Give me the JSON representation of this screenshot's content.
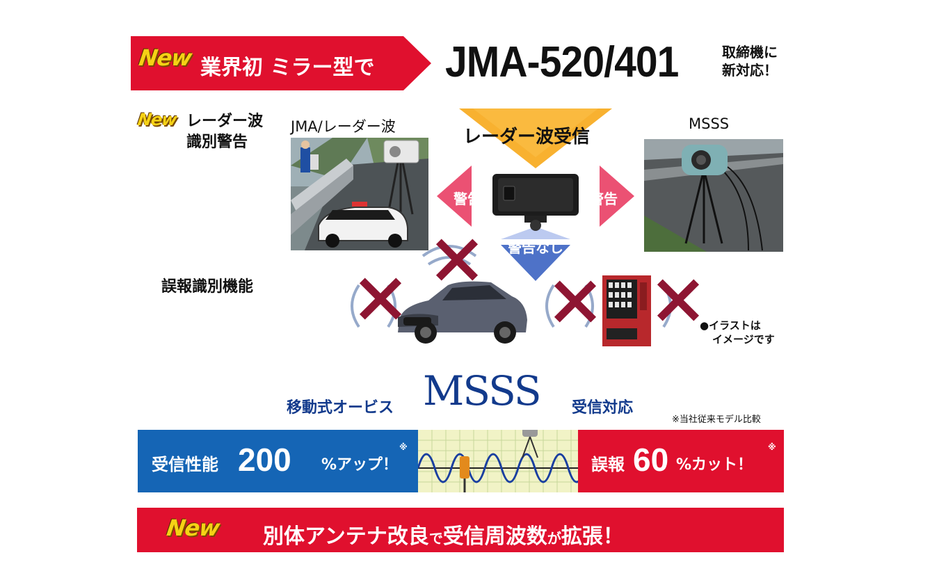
{
  "top_banner": {
    "badge": "New",
    "headline": "業界初 ミラー型で",
    "model": "JMA-520/401",
    "side_line1": "取締機に",
    "side_line2": "新対応！"
  },
  "feature_radar": {
    "badge": "New",
    "title_line1": "レーダー波",
    "title_line2": "識別警告"
  },
  "feature_misreport": {
    "title": "誤報識別機能"
  },
  "diagram": {
    "left_photo_label": "JMA/レーダー波",
    "right_photo_label": "MSSS",
    "center_label": "レーダー波受信",
    "warn_left": "警告",
    "warn_right": "警告",
    "no_warn": "警告なし",
    "note_line1": "●イラストは",
    "note_line2": "イメージです"
  },
  "msss_section": {
    "prefix": "移動式オービス",
    "name": "MSSS",
    "suffix": "受信対応",
    "footnote": "※当社従来モデル比較"
  },
  "performance": {
    "left_label": "受信性能",
    "left_value": "200",
    "left_unit": "%アップ！",
    "left_mark": "※",
    "right_label": "誤報",
    "right_value": "60",
    "right_unit": "%カット！",
    "right_mark": "※"
  },
  "bottom_banner": {
    "badge": "New",
    "text_a": "別体アンテナ改良",
    "text_b": "で",
    "text_c": "受信周波数",
    "text_d": "が",
    "text_e": "拡張！"
  },
  "colors": {
    "brand_red": "#e0102e",
    "brand_blue": "#1565b5",
    "msss_blue": "#123a8c",
    "cross_color": "#8e1532",
    "badge_yellow": "#f6d215"
  }
}
